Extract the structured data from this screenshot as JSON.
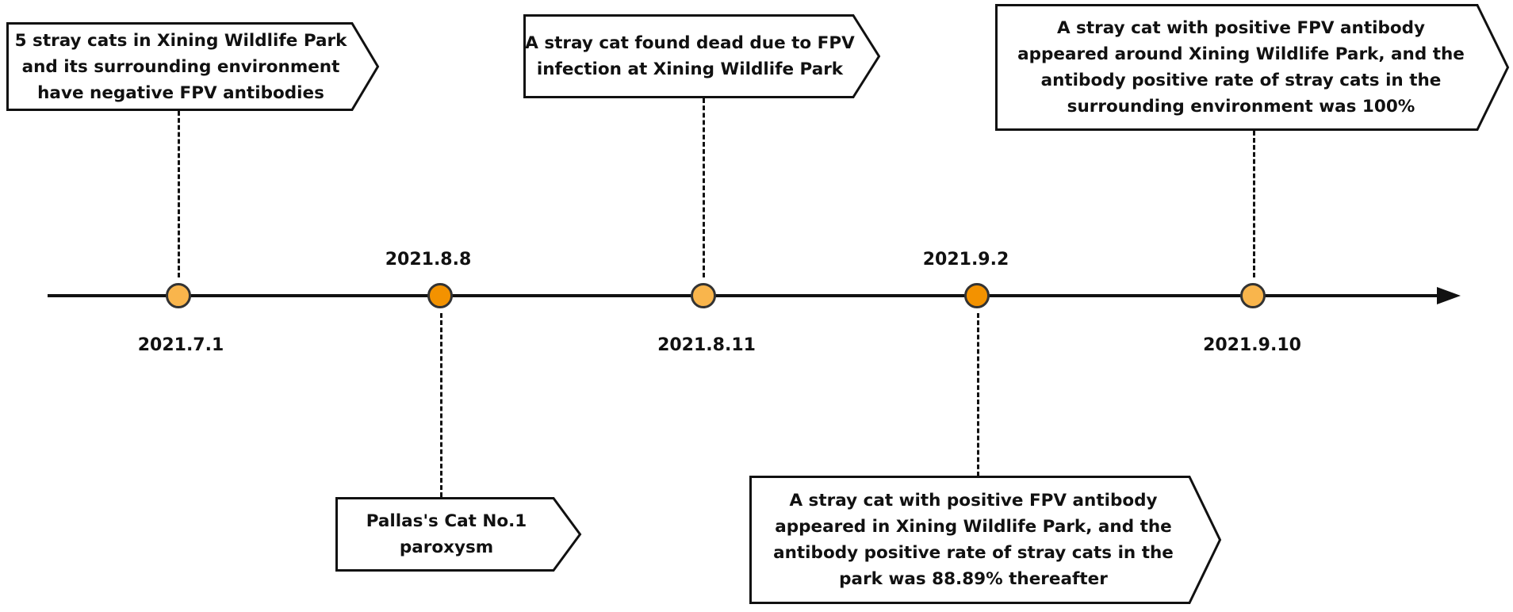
{
  "events": [
    {
      "id": "e1",
      "date": "2021.7.1",
      "marker": "light",
      "lines": [
        "5 stray cats in Xining Wildlife Park",
        "and its surrounding environment",
        "have negative FPV antibodies"
      ]
    },
    {
      "id": "e2",
      "date": "2021.8.8",
      "marker": "dark",
      "lines": [
        "Pallas's Cat No.1",
        "paroxysm"
      ]
    },
    {
      "id": "e3",
      "date": "2021.8.11",
      "marker": "light",
      "lines": [
        "A stray cat found dead due to FPV",
        "infection at Xining Wildlife Park"
      ]
    },
    {
      "id": "e4",
      "date": "2021.9.2",
      "marker": "dark",
      "lines": [
        "A stray cat with positive FPV antibody",
        "appeared in Xining Wildlife Park, and the",
        "antibody positive rate of stray cats in the",
        "park was 88.89% thereafter"
      ]
    },
    {
      "id": "e5",
      "date": "2021.9.10",
      "marker": "light",
      "lines": [
        "A stray cat with positive FPV antibody",
        "appeared around Xining Wildlife Park, and the",
        "antibody positive rate of stray cats in the",
        "surrounding environment was 100%"
      ]
    }
  ]
}
